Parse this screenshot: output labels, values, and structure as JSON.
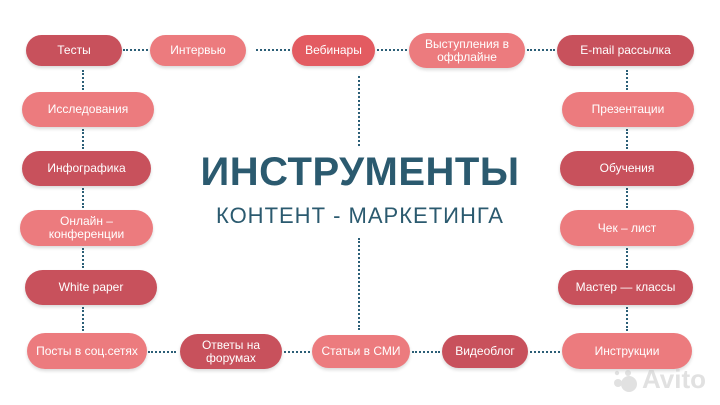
{
  "title": "ИНСТРУМЕНТЫ",
  "subtitle": "КОНТЕНТ - МАРКЕТИНГА",
  "items": {
    "tests": "Тесты",
    "interview": "Интервью",
    "webinars": "Вебинары",
    "offline": "Выступления в\nоффлайне",
    "email": "E-mail рассылка",
    "research": "Исследования",
    "presentations": "Презентации",
    "infographics": "Инфографика",
    "training": "Обучения",
    "online_conf": "Онлайн –\nконференции",
    "checklist": "Чек – лист",
    "white_paper": "White paper",
    "masterclass": "Мастер — классы",
    "social_posts": "Посты в соц.сетях",
    "forum_answers": "Ответы на\nфорумах",
    "media_articles": "Статьи в СМИ",
    "videoblog": "Видеоблог",
    "instructions": "Инструкции"
  },
  "watermark": {
    "text": "Avito",
    "icon": "avito-dots-icon",
    "color": "#c9c9c9"
  },
  "colors": {
    "dark": "#c8515c",
    "light": "#ec7b7e",
    "vivid": "#e35b61",
    "title": "#2b5a6f",
    "connector": "#2c5f77"
  }
}
